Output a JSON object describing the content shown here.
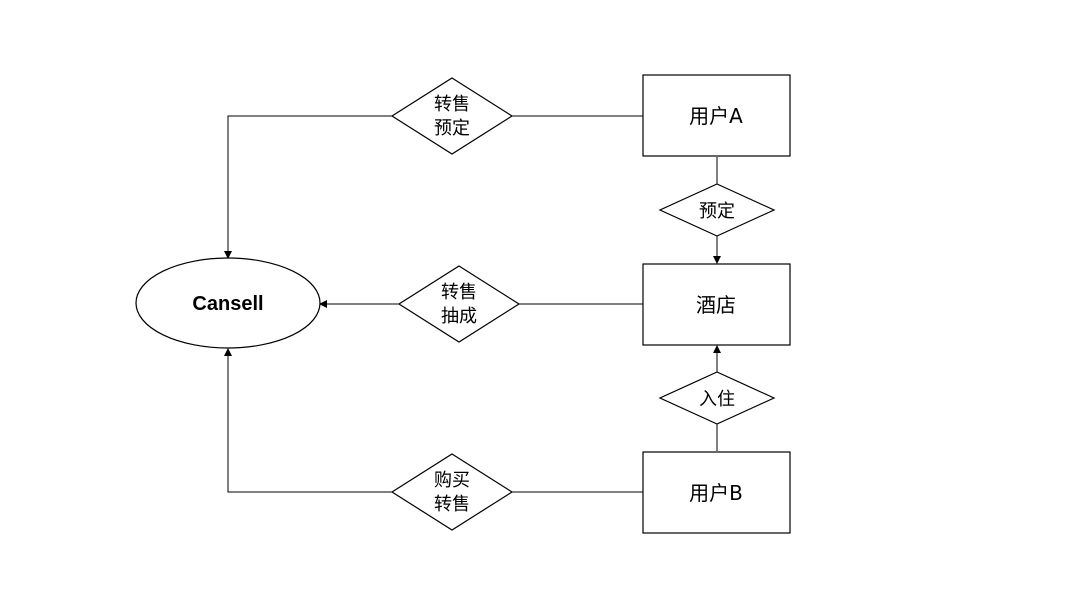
{
  "nodes": {
    "cansell": {
      "label": "Cansell"
    },
    "user_a": {
      "label": "用户A"
    },
    "hotel": {
      "label": "酒店"
    },
    "user_b": {
      "label": "用户B"
    }
  },
  "relations": {
    "resell_booking": {
      "line1": "转售",
      "line2": "预定"
    },
    "booking": {
      "line1": "预定"
    },
    "resell_commission": {
      "line1": "转售",
      "line2": "抽成"
    },
    "checkin": {
      "line1": "入住"
    },
    "purchase_resell": {
      "line1": "购买",
      "line2": "转售"
    }
  },
  "colors": {
    "stroke": "#000000",
    "fill": "#ffffff",
    "text": "#000000"
  }
}
